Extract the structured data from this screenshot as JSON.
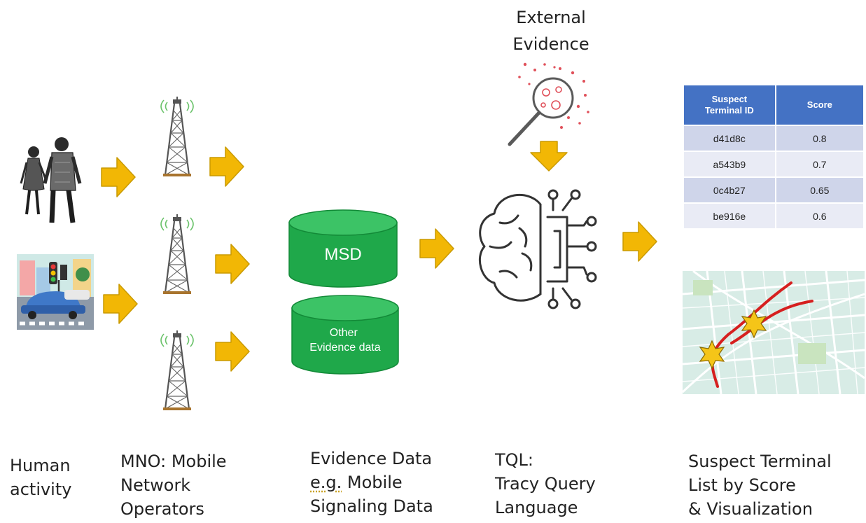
{
  "external_evidence": {
    "lines": [
      "External",
      "Evidence"
    ]
  },
  "cylinders": {
    "msd": "MSD",
    "other": [
      "Other",
      "Evidence data"
    ]
  },
  "table": {
    "headers": [
      [
        "Suspect",
        "Terminal ID"
      ],
      "Score"
    ],
    "rows": [
      {
        "id": "d41d8c",
        "score": "0.8"
      },
      {
        "id": "a543b9",
        "score": "0.7"
      },
      {
        "id": "0c4b27",
        "score": "0.65"
      },
      {
        "id": "be916e",
        "score": "0.6"
      }
    ]
  },
  "captions": {
    "human": [
      "Human",
      "activity"
    ],
    "mno": [
      "MNO: Mobile",
      "Network",
      "Operators"
    ],
    "evidence": [
      "Evidence Data",
      "e.g.",
      " Mobile",
      "Signaling Data"
    ],
    "tql": [
      "TQL:",
      "Tracy Query",
      "Language"
    ],
    "suspect": [
      "Suspect Terminal",
      "List by Score",
      "& Visualization"
    ]
  },
  "colors": {
    "arrow": "#f2b705",
    "arrow_stroke": "#c99a00",
    "cylinder": "#1fa84a",
    "cylinder_top": "#3cc366",
    "table_header": "#4472c4",
    "map_route": "#d61f1f",
    "map_star": "#f5c518",
    "signal": "#6cc36c",
    "evidence_dots": "#e0505a"
  },
  "icons": [
    "people-walking-icon",
    "street-scene-icon",
    "cell-tower-icon",
    "magnifier-icon",
    "brain-circuit-icon",
    "map-icon",
    "star-icon"
  ]
}
